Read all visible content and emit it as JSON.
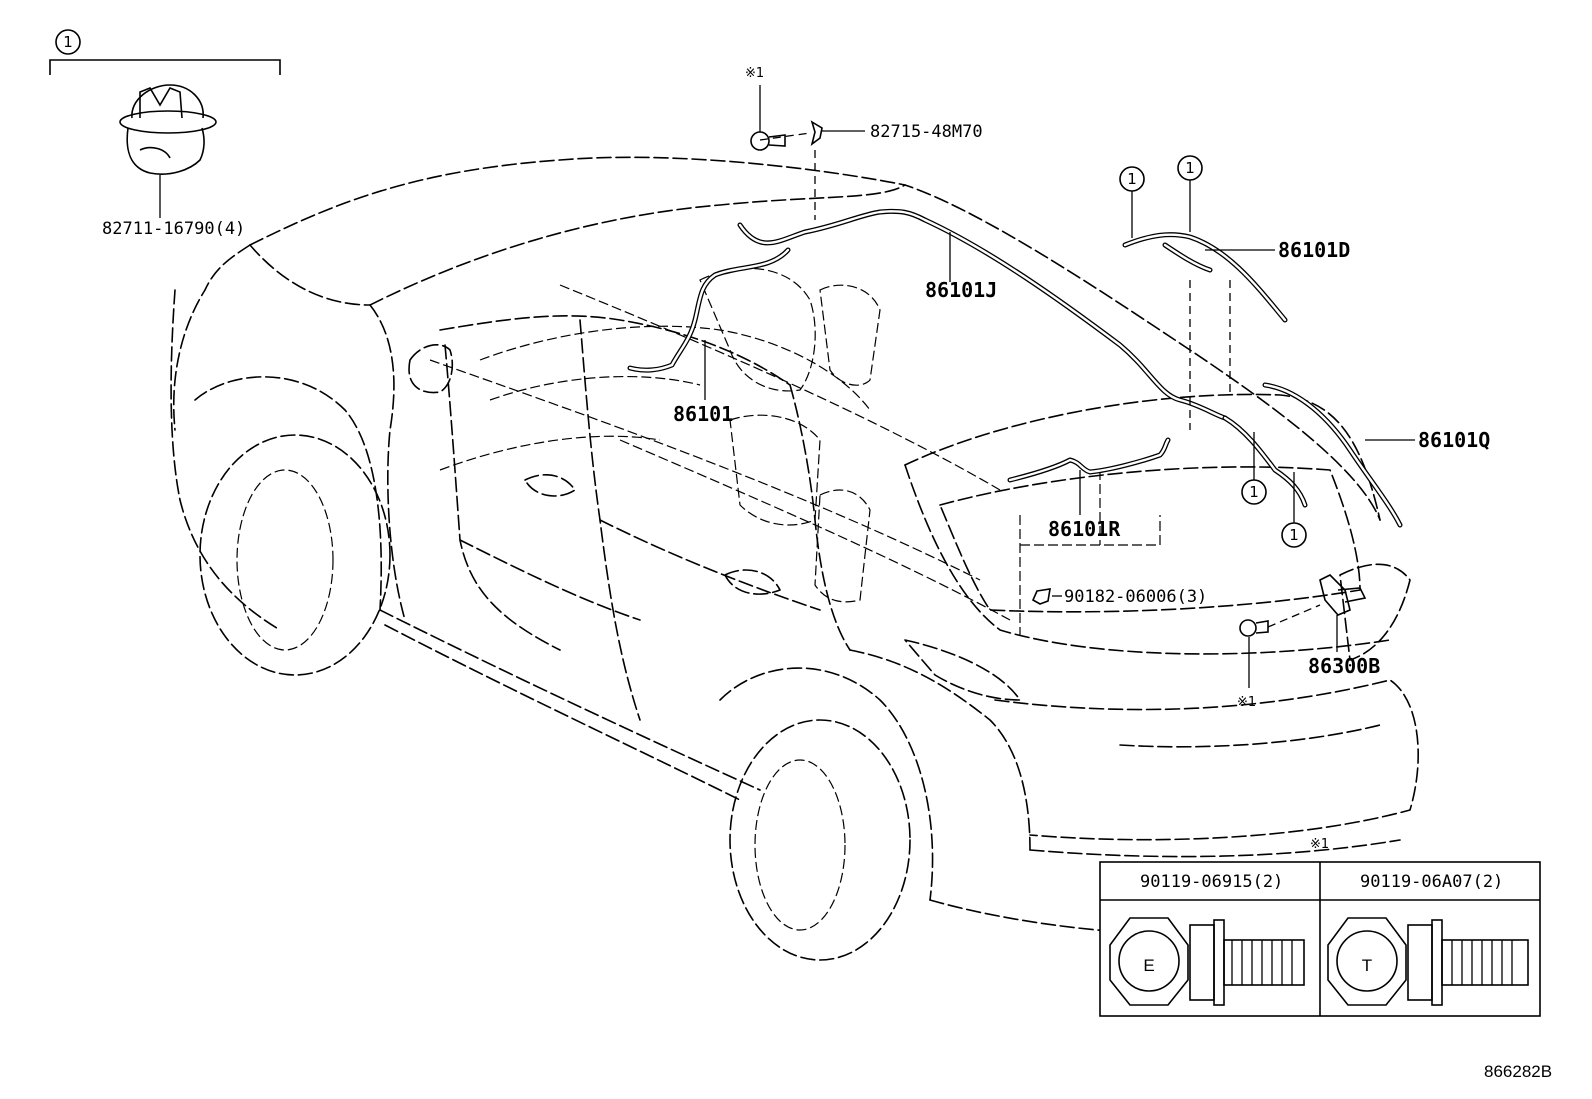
{
  "labels": {
    "callout_num": "1",
    "note_mark": "※1",
    "clip": "82711-16790(4)",
    "bracket": "82715-48M70",
    "wire_j": "86101J",
    "wire_d": "86101D",
    "wire_main": "86101",
    "wire_q": "86101Q",
    "wire_r": "86101R",
    "nut": "90182-06006(3)",
    "antenna": "86300B",
    "diagram_code": "866282B"
  },
  "bolt_table": {
    "note_mark": "※1",
    "columns": [
      {
        "part": "90119-06915(2)",
        "head_mark": "E"
      },
      {
        "part": "90119-06A07(2)",
        "head_mark": "T"
      }
    ]
  }
}
